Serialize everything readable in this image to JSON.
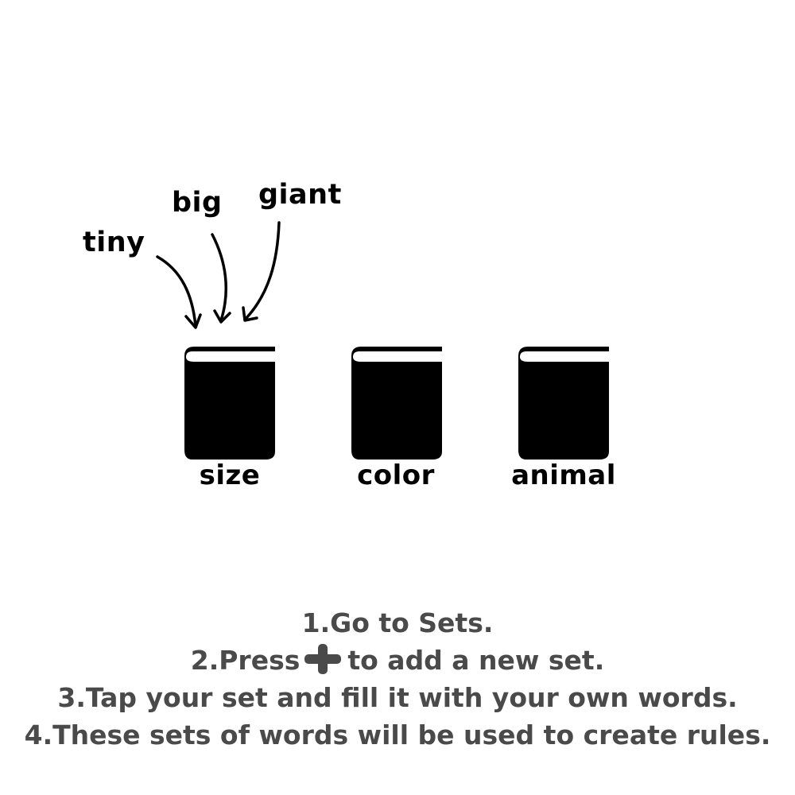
{
  "words": [
    "tiny",
    "big",
    "giant"
  ],
  "sets": [
    "size",
    "color",
    "animal"
  ],
  "instructions": {
    "line1": "1.Go to Sets.",
    "line2_before": "2.Press",
    "line2_after": "to add a new set.",
    "line3": "3.Tap your set and fill it with your own words.",
    "line4": "4.These sets of words will be used to create rules."
  },
  "icons": {
    "book": "book-icon",
    "arrow": "curved-arrow-icon",
    "plus": "plus-icon"
  },
  "colors": {
    "ink": "#000000",
    "instruction_text": "#4a4a4a",
    "background": "#ffffff"
  }
}
